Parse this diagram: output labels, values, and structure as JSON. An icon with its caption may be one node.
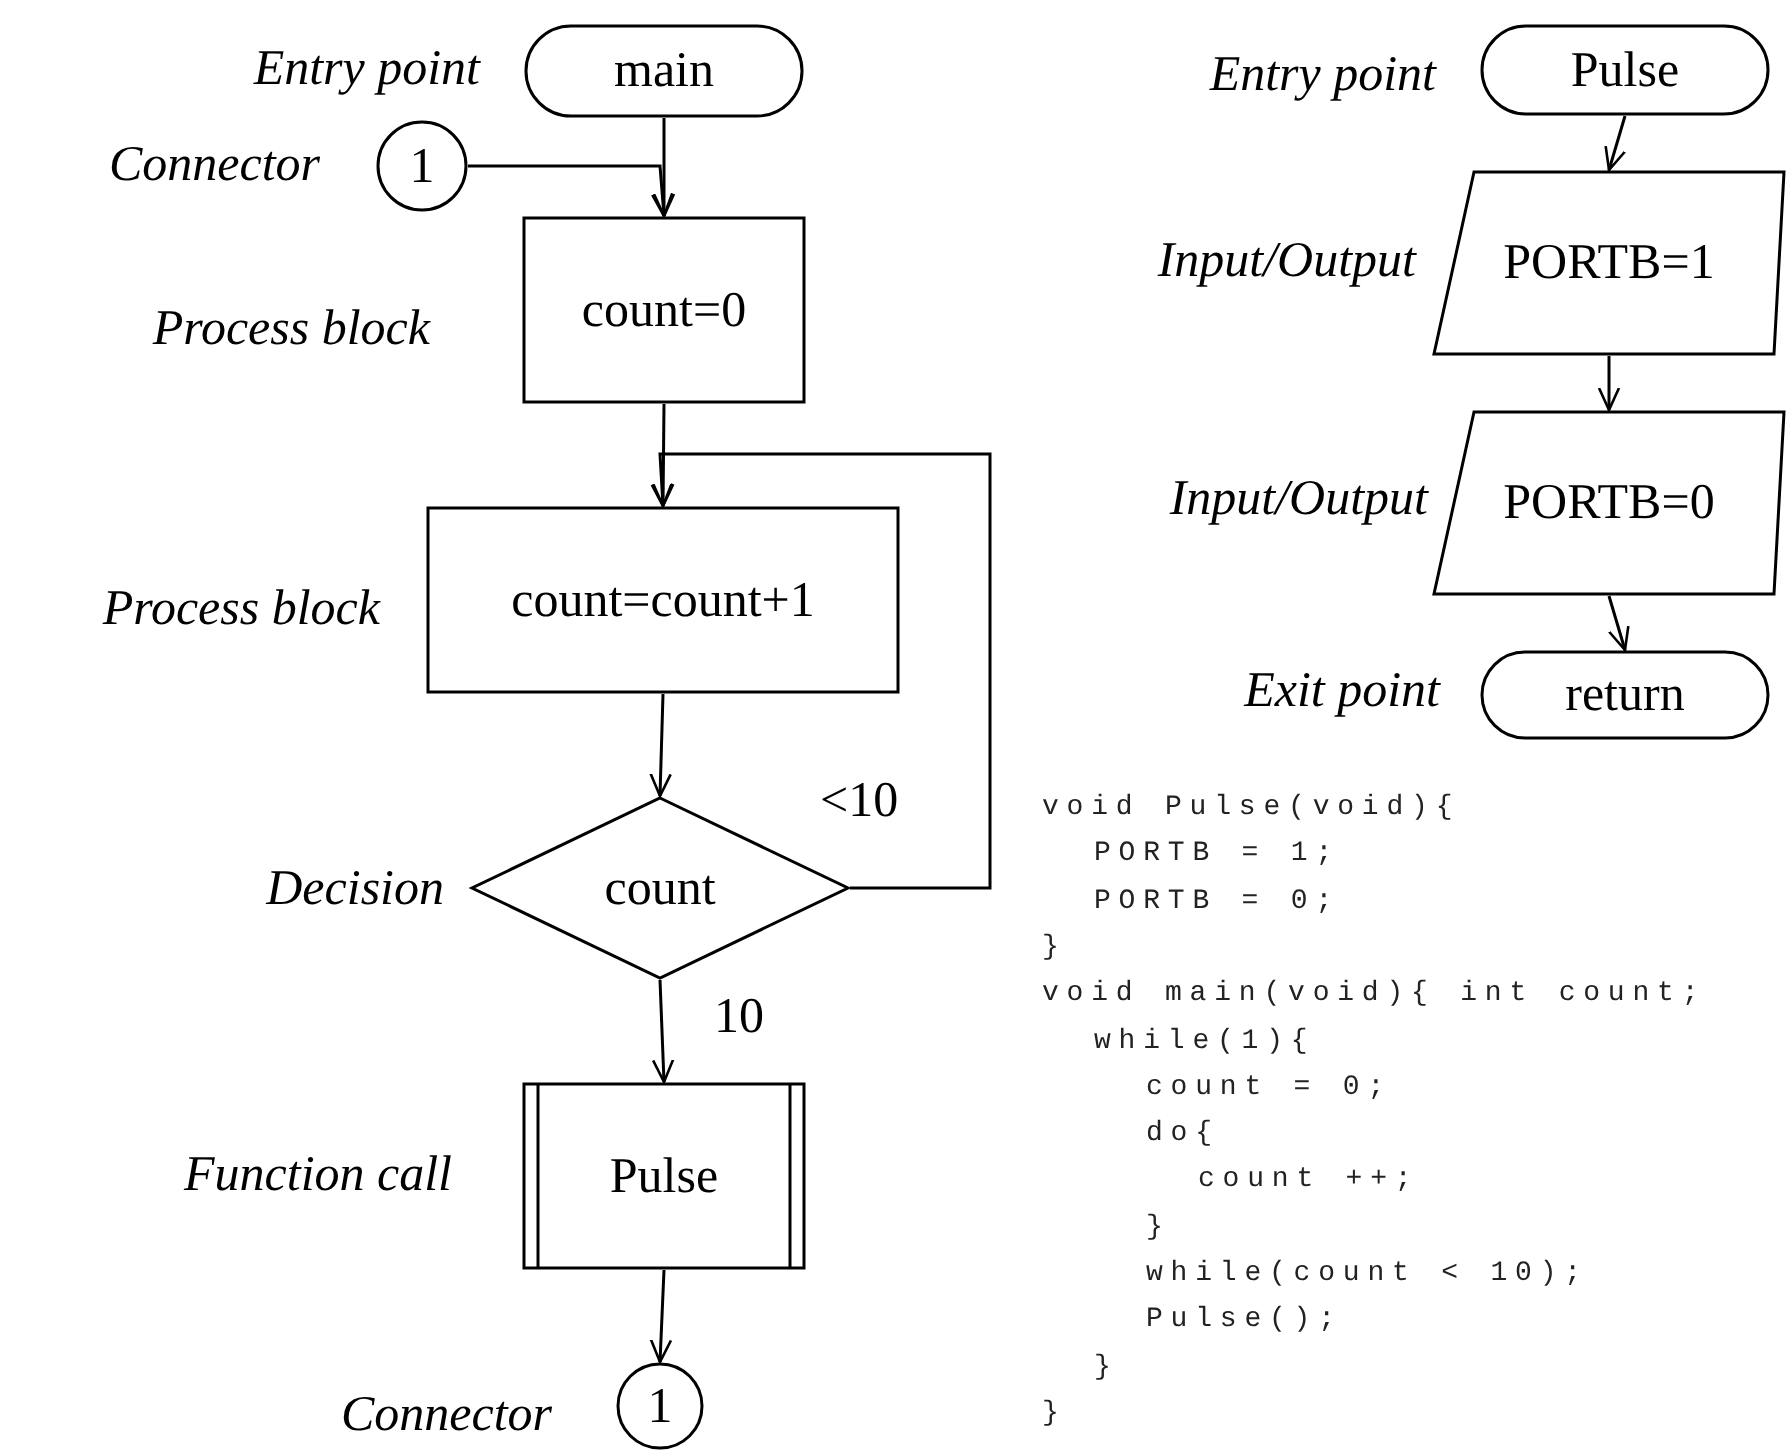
{
  "diagram": {
    "nodes": [
      {
        "text": [
          "main"
        ],
        "beside": [
          "Entry point"
        ]
      },
      {
        "text": [
          "1"
        ],
        "beside": [
          "Connector"
        ]
      },
      {
        "text": [
          "count=0"
        ],
        "beside": [
          "Process block"
        ]
      },
      {
        "text": [
          "count=count+1"
        ],
        "beside": [
          "Process block"
        ]
      },
      {
        "text": [
          "count"
        ],
        "beside": [
          "Decision"
        ]
      },
      {
        "text": [
          "Pulse"
        ],
        "beside": [
          "Function call"
        ]
      },
      {
        "text": [
          "1"
        ],
        "beside": [
          "Connector"
        ]
      },
      {
        "text": [
          "Pulse"
        ],
        "beside": [
          "Entry point"
        ]
      },
      {
        "text": [
          "PORTB=1"
        ],
        "beside": [
          "Input/Output"
        ]
      },
      {
        "text": [
          "PORTB=0"
        ],
        "beside": [
          "Input/Output"
        ]
      },
      {
        "text": [
          "return"
        ],
        "beside": [
          "Exit point"
        ]
      }
    ],
    "edges": [
      {
        "from": 0,
        "to": 2,
        "arrow": "to"
      },
      {
        "from": 1,
        "to": 2,
        "arrow": "to"
      },
      {
        "from": 2,
        "to": 3,
        "arrow": "to"
      },
      {
        "from": 3,
        "to": 4,
        "arrow": "to"
      },
      {
        "from": 4,
        "to": 3,
        "arrow": "to",
        "label": "<10"
      },
      {
        "from": 4,
        "to": 5,
        "arrow": "to",
        "label": "10"
      },
      {
        "from": 5,
        "to": 6,
        "arrow": "to"
      },
      {
        "from": 7,
        "to": 8,
        "arrow": "to"
      },
      {
        "from": 8,
        "to": 9,
        "arrow": "to"
      },
      {
        "from": 9,
        "to": 10,
        "arrow": "to"
      }
    ],
    "labels": [
      "void Pulse(void){",
      "PORTB = 1;",
      "PORTB = 0;",
      "}",
      "void main(void){ int count;",
      "while(1){",
      "count = 0;",
      "do{",
      "count ++;",
      "}",
      "while(count < 10);",
      "Pulse();",
      "}",
      "}"
    ]
  }
}
